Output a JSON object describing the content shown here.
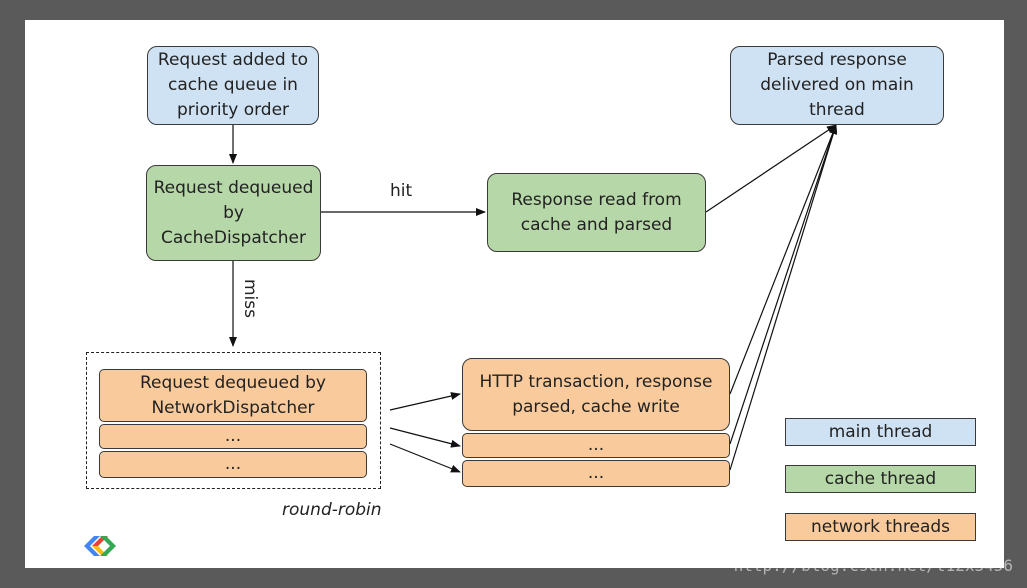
{
  "diagram": {
    "nodes": {
      "request_added": "Request added to cache queue in priority order",
      "cache_dequeue": "Request dequeued by CacheDispatcher",
      "response_read": "Response read from cache and parsed",
      "parsed_response": "Parsed response delivered on main thread",
      "network_dequeue": "Request dequeued by NetworkDispatcher",
      "network_ellipsis_1": "...",
      "network_ellipsis_2": "...",
      "http_transaction": "HTTP transaction, response parsed, cache write",
      "http_ellipsis_1": "...",
      "http_ellipsis_2": "..."
    },
    "edge_labels": {
      "hit": "hit",
      "miss": "miss"
    },
    "group_label": "round-robin",
    "legend": {
      "main": "main thread",
      "cache": "cache thread",
      "network": "network threads"
    },
    "colors": {
      "main": "#cfe2f3",
      "cache": "#b6d7a8",
      "network": "#f9cb9c"
    },
    "logo": "google-developers-logo",
    "watermark": "http://blog.csdn.net/t12x3456"
  }
}
